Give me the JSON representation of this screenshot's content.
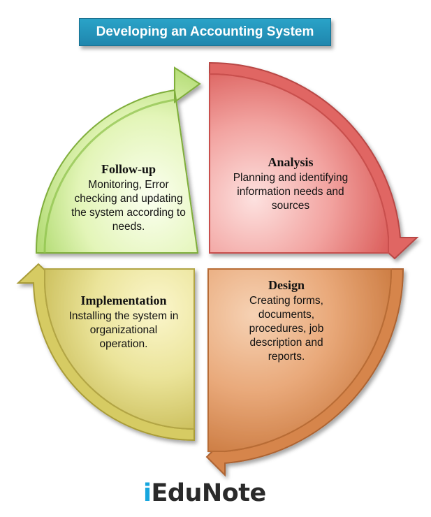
{
  "title": "Developing an Accounting System",
  "quadrants": {
    "follow_up": {
      "heading": "Follow-up",
      "body": "Monitoring, Error checking and updating the system according to needs.",
      "color": "#b8e27a"
    },
    "analysis": {
      "heading": "Analysis",
      "body": "Planning and identifying information needs and sources",
      "color": "#e86a6a"
    },
    "design": {
      "heading": "Design",
      "body": "Creating forms, documents, procedures, job description and reports.",
      "color": "#d98a4e"
    },
    "implementation": {
      "heading": "Implementation",
      "body": "Installing the system in organizational operation.",
      "color": "#d9cf6a"
    }
  },
  "logo": {
    "i": "i",
    "edu": "Edu",
    "note": "Note"
  }
}
